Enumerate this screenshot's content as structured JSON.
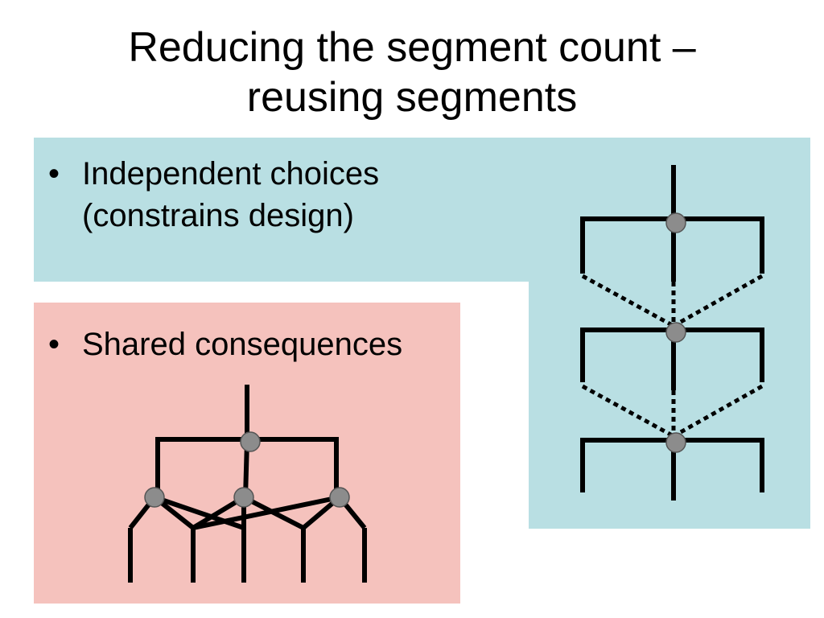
{
  "title": {
    "line1": "Reducing the segment count –",
    "line2": "reusing segments"
  },
  "bullets": {
    "marker": "•",
    "independent": {
      "line1": "Independent choices",
      "line2": "(constrains design)"
    },
    "shared": {
      "line1": "Shared consequences"
    }
  },
  "colors": {
    "blue_panel": "#b9dfe3",
    "pink_panel": "#f5c2bd",
    "node": "#8c8c8c",
    "line": "#000000"
  }
}
